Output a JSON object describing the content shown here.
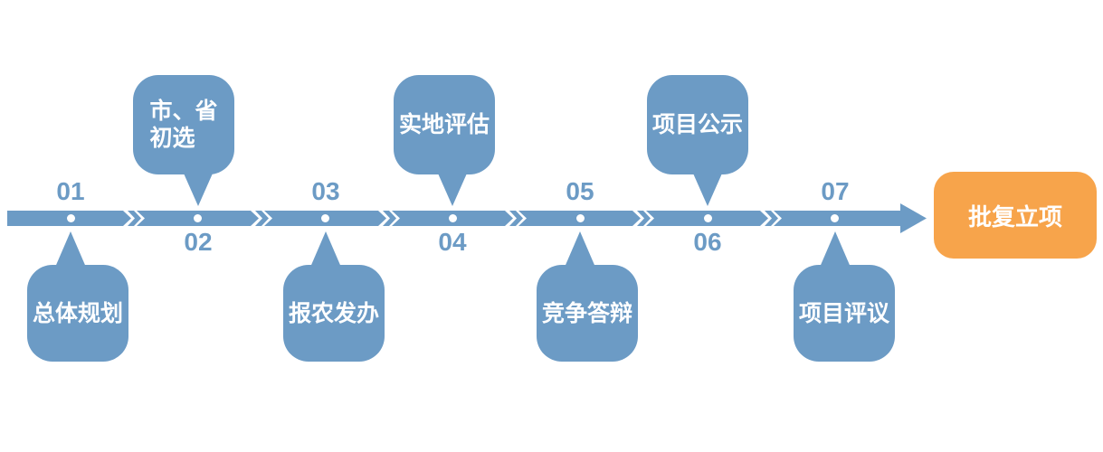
{
  "colors": {
    "blue": "#6C9BC5",
    "orange": "#F7A44B"
  },
  "diagram": {
    "steps": [
      {
        "number": "01",
        "label": "总体规划",
        "side": "bottom"
      },
      {
        "number": "02",
        "label": "市、省\n初选",
        "side": "top"
      },
      {
        "number": "03",
        "label": "报农发办",
        "side": "bottom"
      },
      {
        "number": "04",
        "label": "实地评估",
        "side": "top"
      },
      {
        "number": "05",
        "label": "竞争答辩",
        "side": "bottom"
      },
      {
        "number": "06",
        "label": "项目公示",
        "side": "top"
      },
      {
        "number": "07",
        "label": "项目评议",
        "side": "bottom"
      }
    ],
    "result": {
      "label": "批复立项"
    }
  }
}
